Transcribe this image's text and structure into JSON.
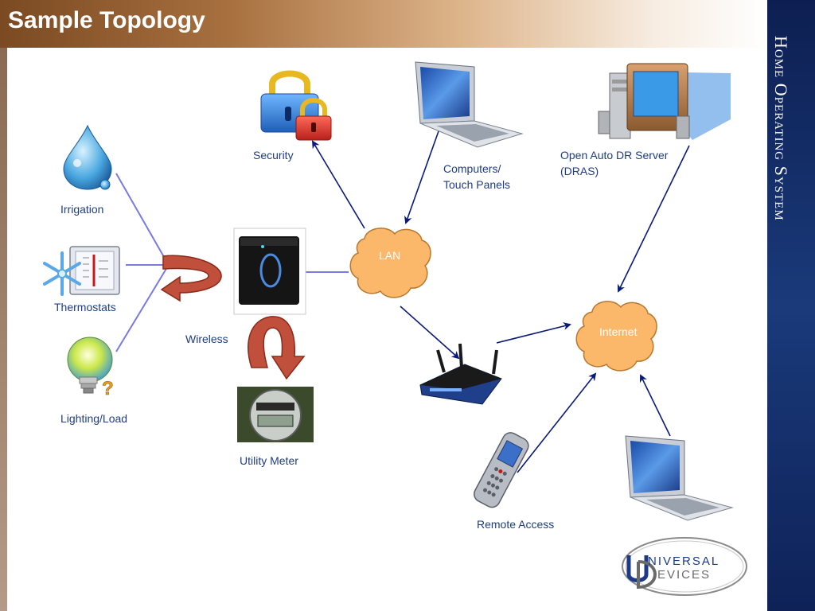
{
  "slide": {
    "title": "Sample Topology",
    "side_title": "Home Operating System"
  },
  "labels": {
    "security": "Security",
    "computers_line1": "Computers/",
    "computers_line2": "Touch Panels",
    "dras_line1": "Open Auto DR Server",
    "dras_line2": "(DRAS)",
    "irrigation": "Irrigation",
    "thermostats": "Thermostats",
    "wireless": "Wireless",
    "lighting": "Lighting/Load",
    "utility_meter": "Utility Meter",
    "lan": "LAN",
    "internet": "Internet",
    "remote_access": "Remote Access"
  },
  "logo": {
    "line1": "NIVERSAL",
    "line2": "EVICES"
  },
  "colors": {
    "arrow": "#0a1a7a",
    "wireless_line": "#7a7ae0",
    "cloud_fill": "#fbb76a",
    "header_start": "#7b4a22",
    "side_bar": "#0d1f52",
    "wireless_arrow": "#c0503c"
  }
}
